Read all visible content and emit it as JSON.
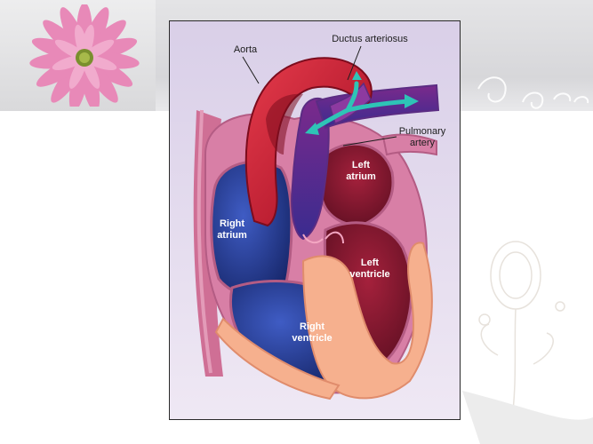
{
  "labels": {
    "aorta": "Aorta",
    "ductus_arteriosus": "Ductus arteriosus",
    "pulmonary_artery": "Pulmonary\nartery",
    "left_atrium": "Left\natrium",
    "right_atrium": "Right\natrium",
    "left_ventricle": "Left\nventricle",
    "right_ventricle": "Right\nventricle"
  },
  "icons": {
    "flower": "pink-gerbera-flower",
    "flow_arrow": "teal-double-arrow"
  },
  "colors": {
    "aorta_red": "#c8102e",
    "deoxygenated_blue": "#1f3a8a",
    "pulmonary_purple": "#6a1b9a",
    "myocardium_pink": "#d98aa8",
    "ventricle_wall_peach": "#f6b08e",
    "flow_arrow_teal": "#2ec4b6",
    "background_lavender": "#e6dcef"
  }
}
